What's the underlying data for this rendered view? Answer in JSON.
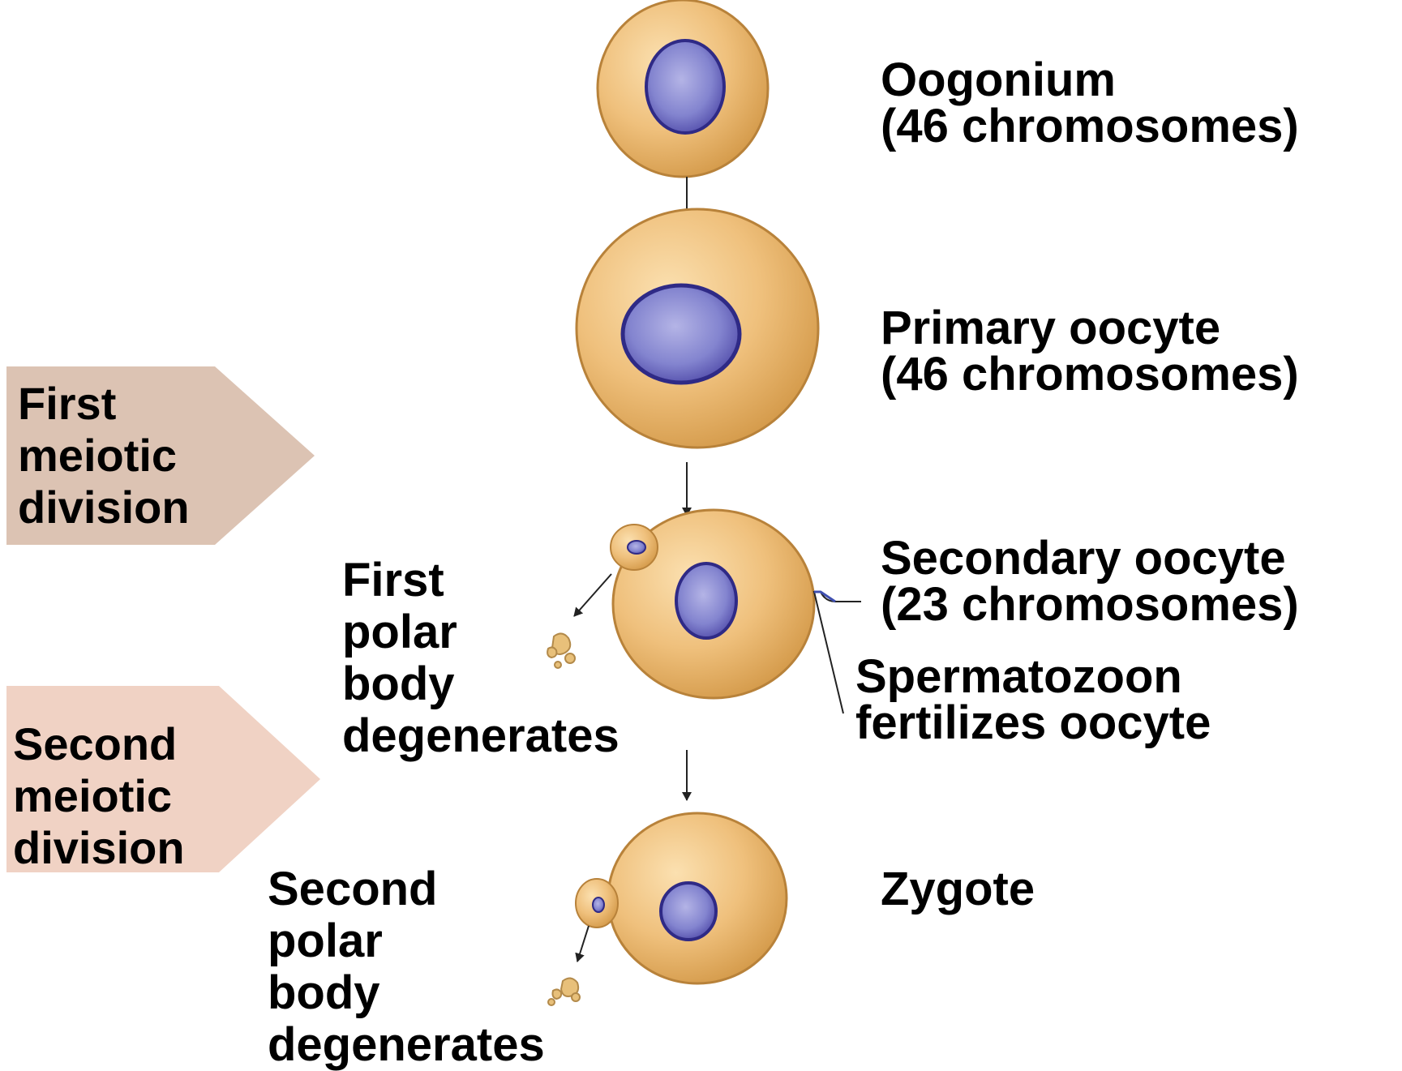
{
  "stages": {
    "oogonium": {
      "name": "Oogonium",
      "count": "(46 chromosomes)"
    },
    "primary": {
      "name": "Primary oocyte",
      "count": "(46 chromosomes)"
    },
    "secondary": {
      "name": "Secondary oocyte",
      "count": "(23 chromosomes)"
    },
    "fertilization": {
      "line1": "Spermatozoon",
      "line2": "fertilizes oocyte"
    },
    "zygote": {
      "name": "Zygote"
    }
  },
  "divisions": {
    "first": [
      "First",
      "meiotic",
      "division"
    ],
    "second": [
      "Second",
      "meiotic",
      "division"
    ]
  },
  "polar_bodies": {
    "first": [
      "First",
      "polar",
      "body",
      "degenerates"
    ],
    "second": [
      "Second",
      "polar",
      "body",
      "degenerates"
    ]
  },
  "colors": {
    "cytoplasm": "#e7b35f",
    "cytoplasm_edge": "#b8823a",
    "nucleus": "#6e6cc0",
    "nucleus_edge": "#2f2a86",
    "division_arrow": "#dcc3b3",
    "arrow": "#222222"
  }
}
